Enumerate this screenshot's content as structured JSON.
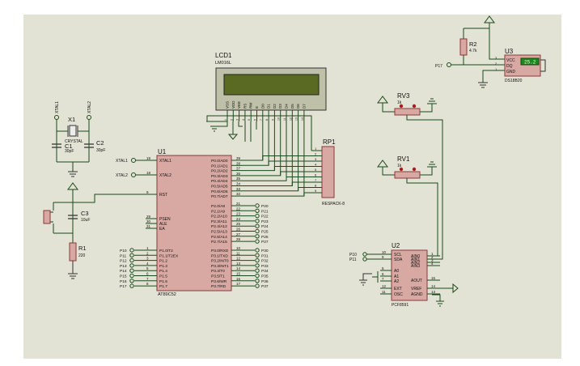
{
  "lcd": {
    "ref": "LCD1",
    "part": "LM016L",
    "pins": [
      "VSS",
      "VDD",
      "VEE",
      "RS",
      "RW",
      "E",
      "D0",
      "D1",
      "D2",
      "D3",
      "D4",
      "D5",
      "D6",
      "D7"
    ],
    "pin_numbers": [
      "1",
      "2",
      "3",
      "4",
      "5",
      "6",
      "7",
      "8",
      "9",
      "10",
      "11",
      "12",
      "13",
      "14"
    ]
  },
  "mcu": {
    "ref": "U1",
    "part": "AT89C52",
    "left_pins": [
      {
        "num": "19",
        "name": "XTAL1"
      },
      {
        "num": "18",
        "name": "XTAL2"
      },
      {
        "num": "9",
        "name": "RST"
      },
      {
        "num": "29",
        "name": "PSEN"
      },
      {
        "num": "30",
        "name": "ALE"
      },
      {
        "num": "31",
        "name": "EA"
      }
    ],
    "port0": [
      {
        "num": "39",
        "name": "P0.0/AD0"
      },
      {
        "num": "38",
        "name": "P0.1/AD1"
      },
      {
        "num": "37",
        "name": "P0.2/AD2"
      },
      {
        "num": "36",
        "name": "P0.3/AD3"
      },
      {
        "num": "35",
        "name": "P0.4/AD4"
      },
      {
        "num": "34",
        "name": "P0.5/AD5"
      },
      {
        "num": "33",
        "name": "P0.6/AD6"
      },
      {
        "num": "32",
        "name": "P0.7/AD7"
      }
    ],
    "port2": [
      {
        "num": "21",
        "name": "P2.0/A8",
        "label": "P20"
      },
      {
        "num": "22",
        "name": "P2.1/A9",
        "label": "P21"
      },
      {
        "num": "23",
        "name": "P2.2/A10",
        "label": "P22"
      },
      {
        "num": "24",
        "name": "P2.3/A11",
        "label": "P23"
      },
      {
        "num": "25",
        "name": "P2.4/A12",
        "label": "P24"
      },
      {
        "num": "26",
        "name": "P2.5/A13",
        "label": "P25"
      },
      {
        "num": "27",
        "name": "P2.6/A14",
        "label": "P26"
      },
      {
        "num": "28",
        "name": "P2.7/A15",
        "label": "P27"
      }
    ],
    "port3": [
      {
        "num": "10",
        "name": "P3.0/RXD",
        "label": "P30"
      },
      {
        "num": "11",
        "name": "P3.1/TXD",
        "label": "P31"
      },
      {
        "num": "12",
        "name": "P3.2/INT0",
        "label": "P32"
      },
      {
        "num": "13",
        "name": "P3.3/INT1",
        "label": "P33"
      },
      {
        "num": "14",
        "name": "P3.4/T0",
        "label": "P34"
      },
      {
        "num": "15",
        "name": "P3.5/T1",
        "label": "P35"
      },
      {
        "num": "16",
        "name": "P3.6/WR",
        "label": "P36"
      },
      {
        "num": "17",
        "name": "P3.7/RD",
        "label": "P37"
      }
    ],
    "port1": [
      {
        "num": "1",
        "name": "P1.0/T2",
        "label": "P10"
      },
      {
        "num": "2",
        "name": "P1.1/T2EX",
        "label": "P11"
      },
      {
        "num": "3",
        "name": "P1.2",
        "label": "P12"
      },
      {
        "num": "4",
        "name": "P1.3",
        "label": "P13"
      },
      {
        "num": "5",
        "name": "P1.4",
        "label": "P14"
      },
      {
        "num": "6",
        "name": "P1.5",
        "label": "P15"
      },
      {
        "num": "7",
        "name": "P1.6",
        "label": "P16"
      },
      {
        "num": "8",
        "name": "P1.7",
        "label": "P17"
      }
    ]
  },
  "xtal_labels": {
    "xtal1": "XTAL1",
    "xtal2": "XTAL2"
  },
  "crystal": {
    "ref": "X1",
    "part": "CRYSTAL"
  },
  "c1": {
    "ref": "C1",
    "value": "30pF"
  },
  "c2": {
    "ref": "C2",
    "value": "30pF"
  },
  "c3": {
    "ref": "C3",
    "value": "10uF"
  },
  "r1": {
    "ref": "R1",
    "value": "220"
  },
  "r2": {
    "ref": "R2",
    "value": "4.7k"
  },
  "rp1": {
    "ref": "RP1",
    "part": "RESPACK-8",
    "pins": [
      "1",
      "2",
      "3",
      "4",
      "5",
      "6",
      "7",
      "8",
      "9"
    ]
  },
  "u3": {
    "ref": "U3",
    "part": "DS18B20",
    "display": "25.2",
    "pins": [
      {
        "num": "3",
        "name": "VCC"
      },
      {
        "num": "2",
        "name": "DQ"
      },
      {
        "num": "1",
        "name": "GND"
      }
    ],
    "net": "P17"
  },
  "rv3": {
    "ref": "RV3",
    "value": "1k"
  },
  "rv1": {
    "ref": "RV1",
    "value": "1k"
  },
  "u2": {
    "ref": "U2",
    "part": "PCF8591",
    "left": [
      {
        "num": "10",
        "name": "SCL",
        "label": "P10"
      },
      {
        "num": "9",
        "name": "SDA",
        "label": "P11"
      },
      {
        "num": "5",
        "name": "A0"
      },
      {
        "num": "6",
        "name": "A1"
      },
      {
        "num": "7",
        "name": "A2"
      },
      {
        "num": "12",
        "name": "EXT"
      },
      {
        "num": "11",
        "name": "OSC"
      }
    ],
    "right": [
      {
        "num": "1",
        "name": "AIN0"
      },
      {
        "num": "2",
        "name": "AIN1"
      },
      {
        "num": "3",
        "name": "AIN2"
      },
      {
        "num": "4",
        "name": "AIN3"
      },
      {
        "num": "15",
        "name": "AOUT"
      },
      {
        "num": "14",
        "name": "VREF"
      },
      {
        "num": "13",
        "name": "AGND"
      }
    ]
  },
  "colors": {
    "background": "#e3e3d5",
    "wire": "#1a4a1a",
    "body": "#d8a8a2",
    "body_stroke": "#8a3a3a",
    "lcd_screen": "#5a6a22",
    "lcd_frame": "#bfc0a8",
    "pin_red": "#b0181a",
    "display_green": "#1b8a1b"
  }
}
